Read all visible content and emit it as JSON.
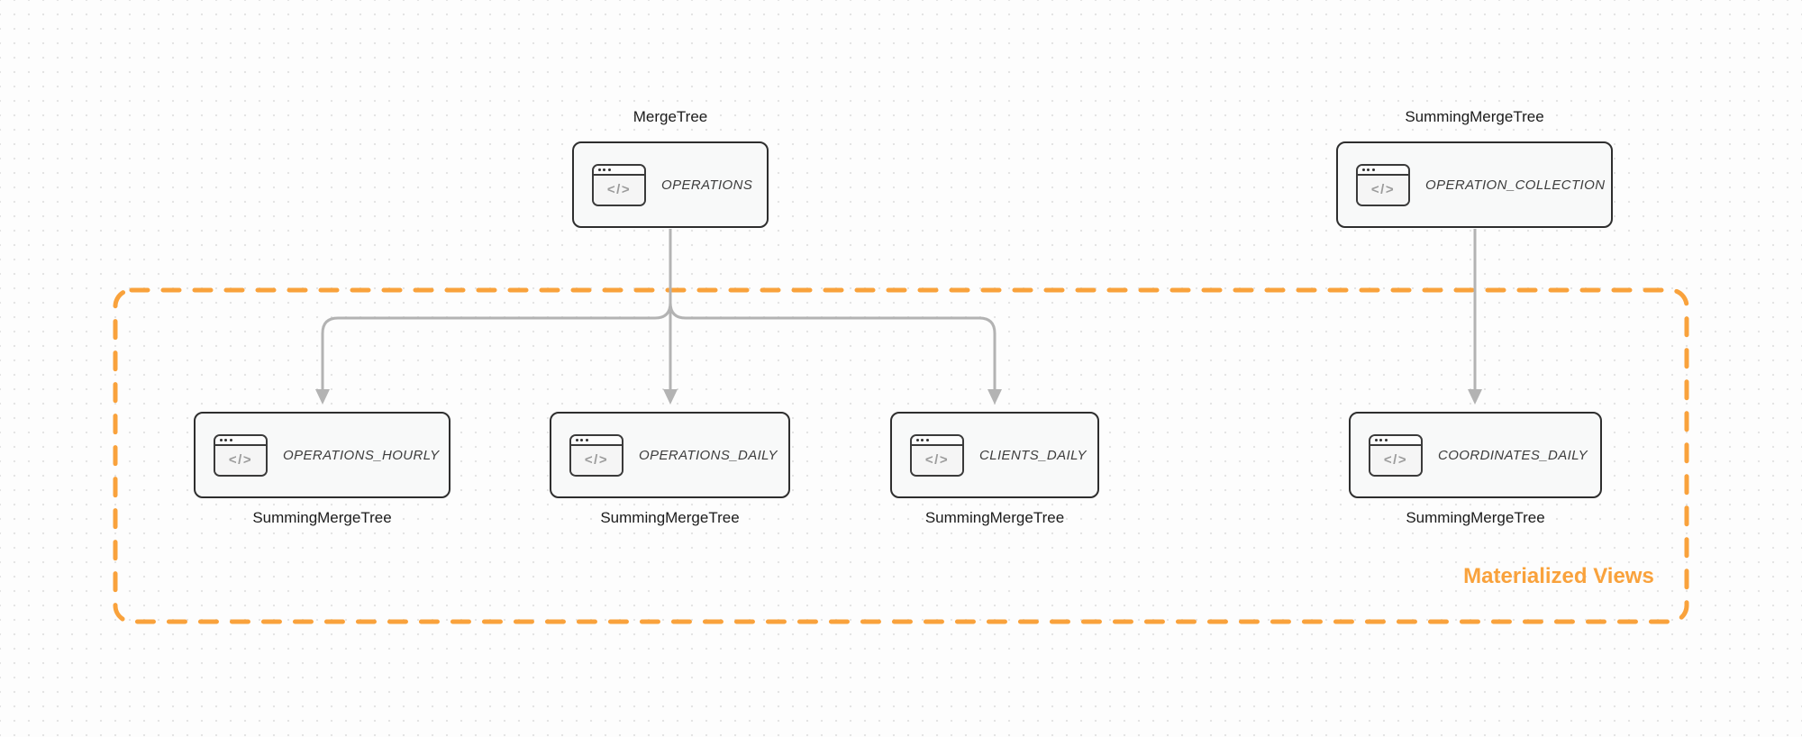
{
  "diagram": {
    "icon_glyph": "</>",
    "group": {
      "label": "Materialized Views"
    },
    "colors": {
      "accent_orange": "#F9A23C",
      "connector_gray": "#b3b3b3",
      "node_border": "#2e2e2e",
      "node_fill": "#f8f9f9",
      "background": "#fdfdfd",
      "dot_grid": "#e4e4e4"
    },
    "nodes": [
      {
        "id": "operations",
        "engine_label": "MergeTree",
        "table": "OPERATIONS",
        "label_position": "top"
      },
      {
        "id": "operation_collection",
        "engine_label": "SummingMergeTree",
        "table": "OPERATION_COLLECTION",
        "label_position": "top"
      },
      {
        "id": "operations_hourly",
        "engine_label": "SummingMergeTree",
        "table": "OPERATIONS_HOURLY",
        "label_position": "bottom"
      },
      {
        "id": "operations_daily",
        "engine_label": "SummingMergeTree",
        "table": "OPERATIONS_DAILY",
        "label_position": "bottom"
      },
      {
        "id": "clients_daily",
        "engine_label": "SummingMergeTree",
        "table": "CLIENTS_DAILY",
        "label_position": "bottom"
      },
      {
        "id": "coordinates_daily",
        "engine_label": "SummingMergeTree",
        "table": "COORDINATES_DAILY",
        "label_position": "bottom"
      }
    ],
    "edges": [
      {
        "from": "operations",
        "to": "operations_hourly"
      },
      {
        "from": "operations",
        "to": "operations_daily"
      },
      {
        "from": "operations",
        "to": "clients_daily"
      },
      {
        "from": "operation_collection",
        "to": "coordinates_daily"
      }
    ]
  }
}
